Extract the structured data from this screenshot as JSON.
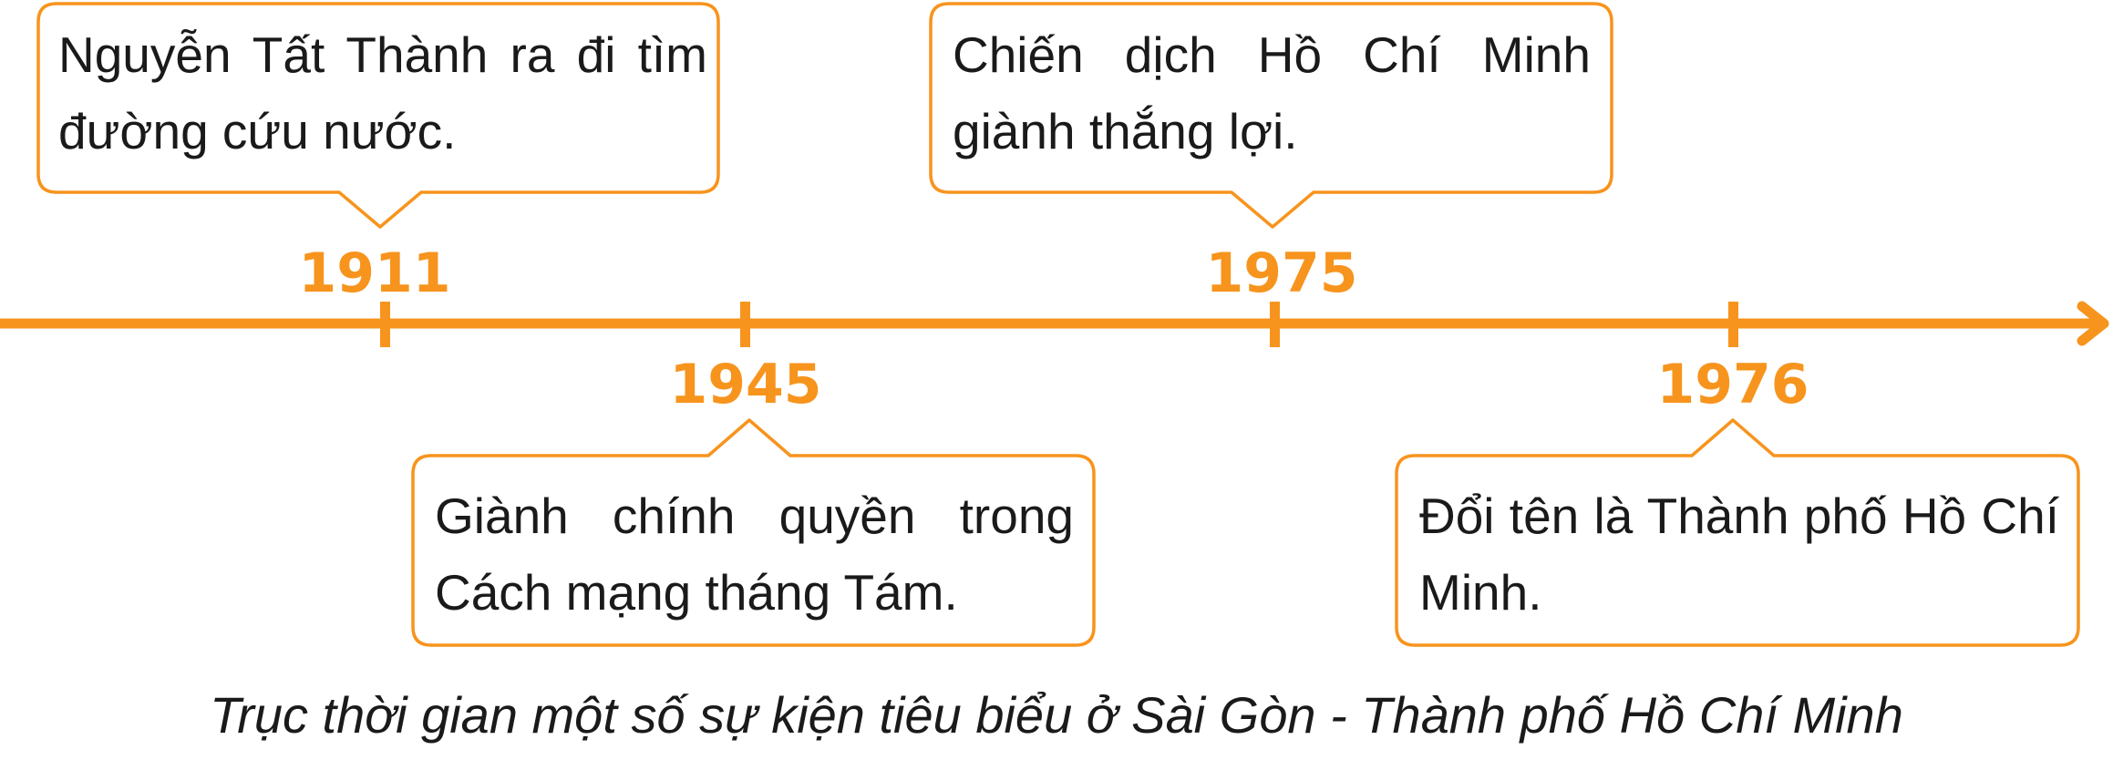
{
  "accent_color": "#F7941D",
  "events": [
    {
      "year": "1911",
      "text": "Nguyễn Tất Thành ra đi tìm đường cứu nước."
    },
    {
      "year": "1945",
      "text": "Giành chính quyền trong Cách mạng tháng Tám."
    },
    {
      "year": "1975",
      "text": "Chiến dịch Hồ Chí Minh giành thắng lợi."
    },
    {
      "year": "1976",
      "text": "Đổi tên là Thành phố Hồ Chí Minh."
    }
  ],
  "caption": "Trục thời gian một số sự kiện tiêu biểu ở Sài Gòn - Thành phố Hồ Chí Minh"
}
